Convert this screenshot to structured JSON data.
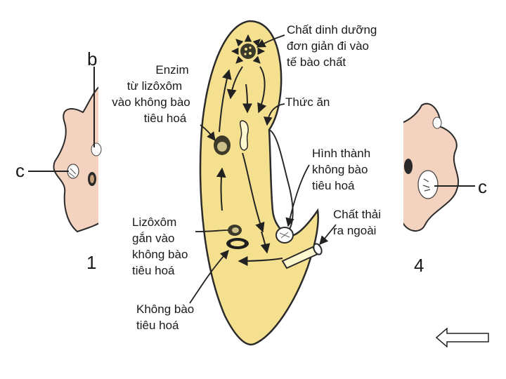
{
  "colors": {
    "cytoplasm": "#f5e08f",
    "amoeba": "#f3d2bf",
    "outline": "#2b2b2b"
  },
  "labels": {
    "nutrients_line1": "Chất dinh dưỡng",
    "nutrients_line2": "đơn giản đi vào",
    "nutrients_line3": "tế bào chất",
    "enzyme_line1": "Enzim",
    "enzyme_line2": "từ lizôxôm",
    "enzyme_line3": "vào không bào",
    "enzyme_line4": "tiêu hoá",
    "food": "Thức ăn",
    "form_line1": "Hình thành",
    "form_line2": "không bào",
    "form_line3": "tiêu hoá",
    "waste_line1": "Chất thải",
    "waste_line2": "ra ngoài",
    "lyso_line1": "Lizôxôm",
    "lyso_line2": "gắn vào",
    "lyso_line3": "không bào",
    "lyso_line4": "tiêu hoá",
    "vac_line1": "Không bào",
    "vac_line2": "tiêu hoá",
    "left_b": "b",
    "left_c": "c",
    "left_num": "1",
    "right_c": "c",
    "right_num": "4"
  },
  "nav": {
    "prev_icon": "left-arrow-icon"
  }
}
